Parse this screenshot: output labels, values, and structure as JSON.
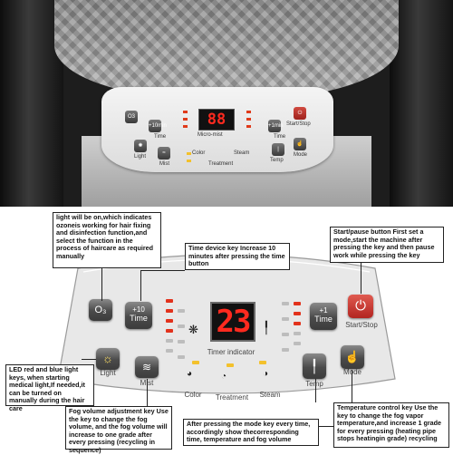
{
  "photo": {
    "display_digits": "88",
    "display_label": "Micro-mist",
    "keys": {
      "o3": "O3",
      "time_plus10": "+10min",
      "time_plus1": "+1min",
      "start_stop": "Start/Stop",
      "light": "Light",
      "mist": "Mist",
      "temp": "Temp",
      "mode": "Mode",
      "time_left": "Time",
      "time_right": "Time",
      "color": "Color",
      "treatment": "Treatment",
      "steam": "Steam"
    }
  },
  "annotations": {
    "ozone": "light will be on,which indicates ozoneis working for hair fixing and disinfection function,and select the function in the process of haircare as required manually",
    "time_device": "Time device key Increase 10 minutes after pressing the time button",
    "start_pause": "Start/pause button First set a mode,start the machine after pressing the key and then pause work while pressing the key",
    "light": "LED red and blue light keys, when starting medical light,If needed,it can be turned on manually during the hair care",
    "fog": "Fog volume adjustment key Use the key to change the fog volume, and the fog volume will increase to one grade after every pressing (recycling in sequence)",
    "mode": "After pressing the mode key every time, accordingly show thecorresponding time, temperature and fog volume",
    "temp": "Temperature control key Use the key to change the fog vapor temperature,and increase 1 grade for every pressing (heating pipe stops heatingin grade) recycling"
  },
  "panel": {
    "display_digits": "23",
    "timer_indicator": "Timer indicator",
    "keys": {
      "o3": "O₃",
      "time_plus10_top": "+10",
      "time_plus10_bottom": "Time",
      "time_plus1_top": "+1",
      "time_plus1_bottom": "Time",
      "start_stop": "Start/Stop",
      "light": "Light",
      "mist": "Mist",
      "temp": "Temp",
      "mode": "Mode",
      "color": "Color",
      "treatment": "Treatment",
      "steam": "Steam"
    },
    "icons": {
      "power": "power-icon",
      "bulb": "light-bulb-icon",
      "mist": "mist-icon",
      "thermometer": "thermometer-icon",
      "hand": "hand-icon",
      "micro_mist": "micro-mist-icon"
    }
  },
  "colors": {
    "led_red": "#e2321c",
    "led_yellow": "#f3c12c",
    "display_red": "#ff2a1f",
    "start_key": "#c0302a",
    "panel_bg": "#e6e6e6"
  }
}
